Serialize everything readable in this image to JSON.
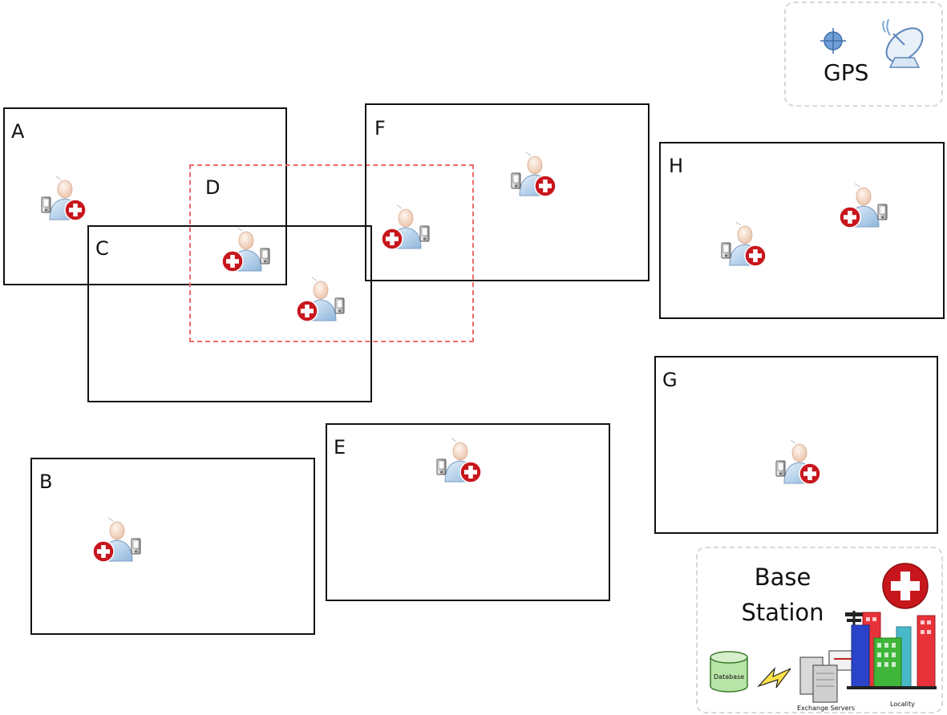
{
  "zones": [
    {
      "id": "A",
      "label": "A"
    },
    {
      "id": "C",
      "label": "C"
    },
    {
      "id": "D",
      "label": "D"
    },
    {
      "id": "F",
      "label": "F"
    },
    {
      "id": "H",
      "label": "H"
    },
    {
      "id": "G",
      "label": "G"
    },
    {
      "id": "B",
      "label": "B"
    },
    {
      "id": "E",
      "label": "E"
    }
  ],
  "gps": {
    "label": "GPS",
    "icons": [
      "crosshair-icon",
      "satellite-dish-icon"
    ]
  },
  "base_station": {
    "title_line1": "Base",
    "title_line2": "Station",
    "database_label": "Database",
    "servers_label": "Exchange Servers",
    "locality_label": "Locality",
    "icons": [
      "red-cross-icon",
      "database-icon",
      "lightning-icon",
      "server-icon",
      "antenna-tower-icon",
      "city-buildings-icon"
    ]
  },
  "colors": {
    "zone_border": "#111111",
    "dashed_zone_border": "#ef6b6b",
    "red_cross": "#c8161d",
    "panel_border": "#d8d8d8"
  },
  "user_icon": "medical-user-with-device-icon"
}
